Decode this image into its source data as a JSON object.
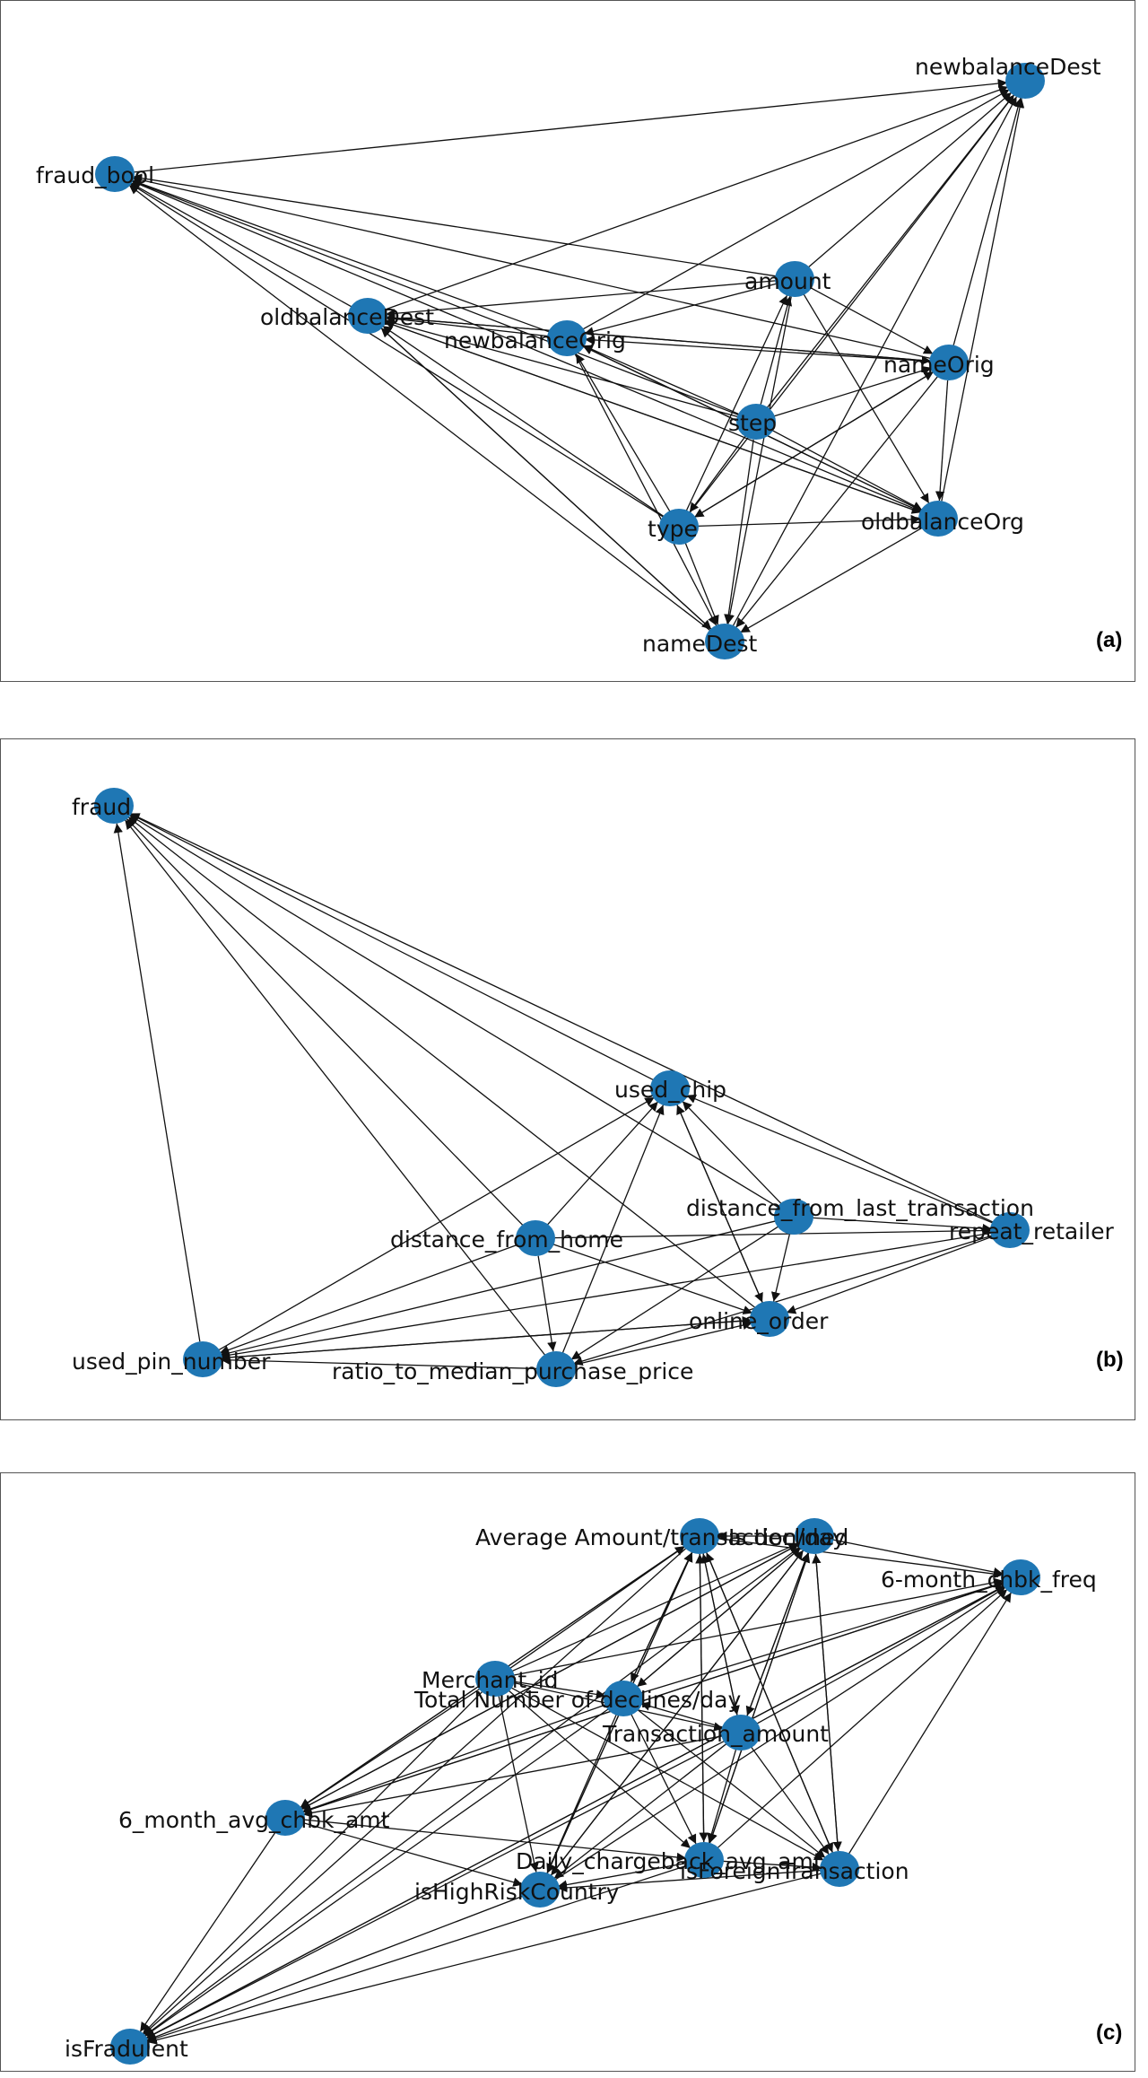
{
  "colors": {
    "node": "#1f77b4",
    "edge": "#111111",
    "frame": "#555555",
    "text": "#111111"
  },
  "panels": [
    {
      "id": "a",
      "tag": "(a)",
      "nodes": [
        {
          "id": "newbalanceDest",
          "label": "newbalanceDest"
        },
        {
          "id": "fraud_bool",
          "label": "fraud_bool"
        },
        {
          "id": "amount",
          "label": "amount"
        },
        {
          "id": "oldbalanceDest",
          "label": "oldbalanceDest"
        },
        {
          "id": "newbalanceOrig",
          "label": "newbalanceOrig"
        },
        {
          "id": "nameOrig",
          "label": "nameOrig"
        },
        {
          "id": "step",
          "label": "step"
        },
        {
          "id": "type",
          "label": "type"
        },
        {
          "id": "oldbalanceOrg",
          "label": "oldbalanceOrg"
        },
        {
          "id": "nameDest",
          "label": "nameDest"
        }
      ],
      "edges": [
        [
          "amount",
          "newbalanceDest"
        ],
        [
          "oldbalanceDest",
          "newbalanceDest"
        ],
        [
          "newbalanceOrig",
          "newbalanceDest"
        ],
        [
          "nameOrig",
          "newbalanceDest"
        ],
        [
          "step",
          "newbalanceDest"
        ],
        [
          "type",
          "newbalanceDest"
        ],
        [
          "oldbalanceOrg",
          "newbalanceDest"
        ],
        [
          "nameDest",
          "newbalanceDest"
        ],
        [
          "fraud_bool",
          "newbalanceDest"
        ],
        [
          "amount",
          "fraud_bool"
        ],
        [
          "oldbalanceDest",
          "fraud_bool"
        ],
        [
          "newbalanceOrig",
          "fraud_bool"
        ],
        [
          "nameOrig",
          "fraud_bool"
        ],
        [
          "step",
          "fraud_bool"
        ],
        [
          "type",
          "fraud_bool"
        ],
        [
          "oldbalanceOrg",
          "fraud_bool"
        ],
        [
          "nameDest",
          "fraud_bool"
        ],
        [
          "amount",
          "oldbalanceDest"
        ],
        [
          "newbalanceOrig",
          "oldbalanceDest"
        ],
        [
          "nameOrig",
          "oldbalanceDest"
        ],
        [
          "step",
          "oldbalanceDest"
        ],
        [
          "type",
          "oldbalanceDest"
        ],
        [
          "oldbalanceOrg",
          "oldbalanceDest"
        ],
        [
          "nameDest",
          "oldbalanceDest"
        ],
        [
          "amount",
          "newbalanceOrig"
        ],
        [
          "nameOrig",
          "newbalanceOrig"
        ],
        [
          "step",
          "newbalanceOrig"
        ],
        [
          "type",
          "newbalanceOrig"
        ],
        [
          "oldbalanceOrg",
          "newbalanceOrig"
        ],
        [
          "amount",
          "nameOrig"
        ],
        [
          "step",
          "nameOrig"
        ],
        [
          "type",
          "nameOrig"
        ],
        [
          "oldbalanceDest",
          "nameOrig"
        ],
        [
          "step",
          "amount"
        ],
        [
          "type",
          "amount"
        ],
        [
          "amount",
          "oldbalanceOrg"
        ],
        [
          "nameOrig",
          "oldbalanceOrg"
        ],
        [
          "step",
          "oldbalanceOrg"
        ],
        [
          "type",
          "oldbalanceOrg"
        ],
        [
          "newbalanceOrig",
          "oldbalanceOrg"
        ],
        [
          "oldbalanceDest",
          "oldbalanceOrg"
        ],
        [
          "step",
          "type"
        ],
        [
          "nameOrig",
          "type"
        ],
        [
          "step",
          "nameDest"
        ],
        [
          "type",
          "nameDest"
        ],
        [
          "amount",
          "nameDest"
        ],
        [
          "nameOrig",
          "nameDest"
        ],
        [
          "oldbalanceOrg",
          "nameDest"
        ],
        [
          "newbalanceOrig",
          "nameDest"
        ],
        [
          "oldbalanceDest",
          "nameDest"
        ]
      ]
    },
    {
      "id": "b",
      "tag": "(b)",
      "nodes": [
        {
          "id": "fraud",
          "label": "fraud"
        },
        {
          "id": "used_chip",
          "label": "used_chip"
        },
        {
          "id": "distance_from_last_transaction",
          "label": "distance_from_last_transaction"
        },
        {
          "id": "repeat_retailer",
          "label": "repeat_retailer"
        },
        {
          "id": "distance_from_home",
          "label": "distance_from_home"
        },
        {
          "id": "online_order",
          "label": "online_order"
        },
        {
          "id": "used_pin_number",
          "label": "used_pin_number"
        },
        {
          "id": "ratio_to_median_purchase_price",
          "label": "ratio_to_median_purchase_price"
        }
      ],
      "edges": [
        [
          "used_chip",
          "fraud"
        ],
        [
          "distance_from_last_transaction",
          "fraud"
        ],
        [
          "repeat_retailer",
          "fraud"
        ],
        [
          "distance_from_home",
          "fraud"
        ],
        [
          "online_order",
          "fraud"
        ],
        [
          "used_pin_number",
          "fraud"
        ],
        [
          "ratio_to_median_purchase_price",
          "fraud"
        ],
        [
          "distance_from_last_transaction",
          "used_chip"
        ],
        [
          "repeat_retailer",
          "used_chip"
        ],
        [
          "distance_from_home",
          "used_chip"
        ],
        [
          "ratio_to_median_purchase_price",
          "used_chip"
        ],
        [
          "used_pin_number",
          "used_chip"
        ],
        [
          "online_order",
          "used_chip"
        ],
        [
          "distance_from_home",
          "online_order"
        ],
        [
          "distance_from_last_transaction",
          "online_order"
        ],
        [
          "repeat_retailer",
          "online_order"
        ],
        [
          "used_chip",
          "online_order"
        ],
        [
          "used_pin_number",
          "online_order"
        ],
        [
          "ratio_to_median_purchase_price",
          "online_order"
        ],
        [
          "distance_from_home",
          "used_pin_number"
        ],
        [
          "distance_from_last_transaction",
          "used_pin_number"
        ],
        [
          "repeat_retailer",
          "used_pin_number"
        ],
        [
          "ratio_to_median_purchase_price",
          "used_pin_number"
        ],
        [
          "online_order",
          "used_pin_number"
        ],
        [
          "distance_from_home",
          "ratio_to_median_purchase_price"
        ],
        [
          "distance_from_last_transaction",
          "ratio_to_median_purchase_price"
        ],
        [
          "repeat_retailer",
          "ratio_to_median_purchase_price"
        ],
        [
          "distance_from_home",
          "repeat_retailer"
        ],
        [
          "distance_from_last_transaction",
          "repeat_retailer"
        ]
      ]
    },
    {
      "id": "c",
      "tag": "(c)",
      "nodes": [
        {
          "id": "avg_amount",
          "label": "Average Amount/transaction/day"
        },
        {
          "id": "is_declined",
          "label": "Is declined"
        },
        {
          "id": "6m_chbk_freq",
          "label": "6-month_chbk_freq"
        },
        {
          "id": "merchant_id",
          "label": "Merchant_id"
        },
        {
          "id": "total_declines",
          "label": "Total Number of declines/day"
        },
        {
          "id": "transaction_amount",
          "label": "Transaction_amount"
        },
        {
          "id": "6m_avg_chbk_amt",
          "label": "6_month_avg_chbk_amt"
        },
        {
          "id": "daily_chbk_avg",
          "label": "Daily_chargeback_avg_amt"
        },
        {
          "id": "is_high_risk",
          "label": "isHighRiskCountry"
        },
        {
          "id": "is_foreign",
          "label": "isForeignTransaction"
        },
        {
          "id": "is_fradulent",
          "label": "isFradulent"
        }
      ],
      "edges": [
        [
          "merchant_id",
          "avg_amount"
        ],
        [
          "total_declines",
          "avg_amount"
        ],
        [
          "transaction_amount",
          "avg_amount"
        ],
        [
          "6m_avg_chbk_amt",
          "avg_amount"
        ],
        [
          "daily_chbk_avg",
          "avg_amount"
        ],
        [
          "is_high_risk",
          "avg_amount"
        ],
        [
          "is_foreign",
          "avg_amount"
        ],
        [
          "is_declined",
          "avg_amount"
        ],
        [
          "merchant_id",
          "is_declined"
        ],
        [
          "total_declines",
          "is_declined"
        ],
        [
          "transaction_amount",
          "is_declined"
        ],
        [
          "6m_avg_chbk_amt",
          "is_declined"
        ],
        [
          "daily_chbk_avg",
          "is_declined"
        ],
        [
          "is_high_risk",
          "is_declined"
        ],
        [
          "is_foreign",
          "is_declined"
        ],
        [
          "avg_amount",
          "6m_chbk_freq"
        ],
        [
          "is_declined",
          "6m_chbk_freq"
        ],
        [
          "merchant_id",
          "6m_chbk_freq"
        ],
        [
          "total_declines",
          "6m_chbk_freq"
        ],
        [
          "transaction_amount",
          "6m_chbk_freq"
        ],
        [
          "6m_avg_chbk_amt",
          "6m_chbk_freq"
        ],
        [
          "daily_chbk_avg",
          "6m_chbk_freq"
        ],
        [
          "is_high_risk",
          "6m_chbk_freq"
        ],
        [
          "is_foreign",
          "6m_chbk_freq"
        ],
        [
          "is_fradulent",
          "6m_chbk_freq"
        ],
        [
          "avg_amount",
          "total_declines"
        ],
        [
          "is_declined",
          "total_declines"
        ],
        [
          "merchant_id",
          "total_declines"
        ],
        [
          "transaction_amount",
          "total_declines"
        ],
        [
          "avg_amount",
          "transaction_amount"
        ],
        [
          "is_declined",
          "transaction_amount"
        ],
        [
          "merchant_id",
          "transaction_amount"
        ],
        [
          "avg_amount",
          "6m_avg_chbk_amt"
        ],
        [
          "is_declined",
          "6m_avg_chbk_amt"
        ],
        [
          "merchant_id",
          "6m_avg_chbk_amt"
        ],
        [
          "total_declines",
          "6m_avg_chbk_amt"
        ],
        [
          "transaction_amount",
          "6m_avg_chbk_amt"
        ],
        [
          "6m_chbk_freq",
          "6m_avg_chbk_amt"
        ],
        [
          "avg_amount",
          "daily_chbk_avg"
        ],
        [
          "is_declined",
          "daily_chbk_avg"
        ],
        [
          "merchant_id",
          "daily_chbk_avg"
        ],
        [
          "total_declines",
          "daily_chbk_avg"
        ],
        [
          "transaction_amount",
          "daily_chbk_avg"
        ],
        [
          "6m_avg_chbk_amt",
          "daily_chbk_avg"
        ],
        [
          "avg_amount",
          "is_high_risk"
        ],
        [
          "is_declined",
          "is_high_risk"
        ],
        [
          "merchant_id",
          "is_high_risk"
        ],
        [
          "total_declines",
          "is_high_risk"
        ],
        [
          "transaction_amount",
          "is_high_risk"
        ],
        [
          "6m_avg_chbk_amt",
          "is_high_risk"
        ],
        [
          "is_foreign",
          "is_high_risk"
        ],
        [
          "daily_chbk_avg",
          "is_high_risk"
        ],
        [
          "avg_amount",
          "is_foreign"
        ],
        [
          "is_declined",
          "is_foreign"
        ],
        [
          "merchant_id",
          "is_foreign"
        ],
        [
          "total_declines",
          "is_foreign"
        ],
        [
          "transaction_amount",
          "is_foreign"
        ],
        [
          "daily_chbk_avg",
          "is_foreign"
        ],
        [
          "avg_amount",
          "is_fradulent"
        ],
        [
          "is_declined",
          "is_fradulent"
        ],
        [
          "merchant_id",
          "is_fradulent"
        ],
        [
          "total_declines",
          "is_fradulent"
        ],
        [
          "transaction_amount",
          "is_fradulent"
        ],
        [
          "6m_avg_chbk_amt",
          "is_fradulent"
        ],
        [
          "daily_chbk_avg",
          "is_fradulent"
        ],
        [
          "is_high_risk",
          "is_fradulent"
        ],
        [
          "is_foreign",
          "is_fradulent"
        ],
        [
          "6m_chbk_freq",
          "is_fradulent"
        ]
      ]
    }
  ]
}
